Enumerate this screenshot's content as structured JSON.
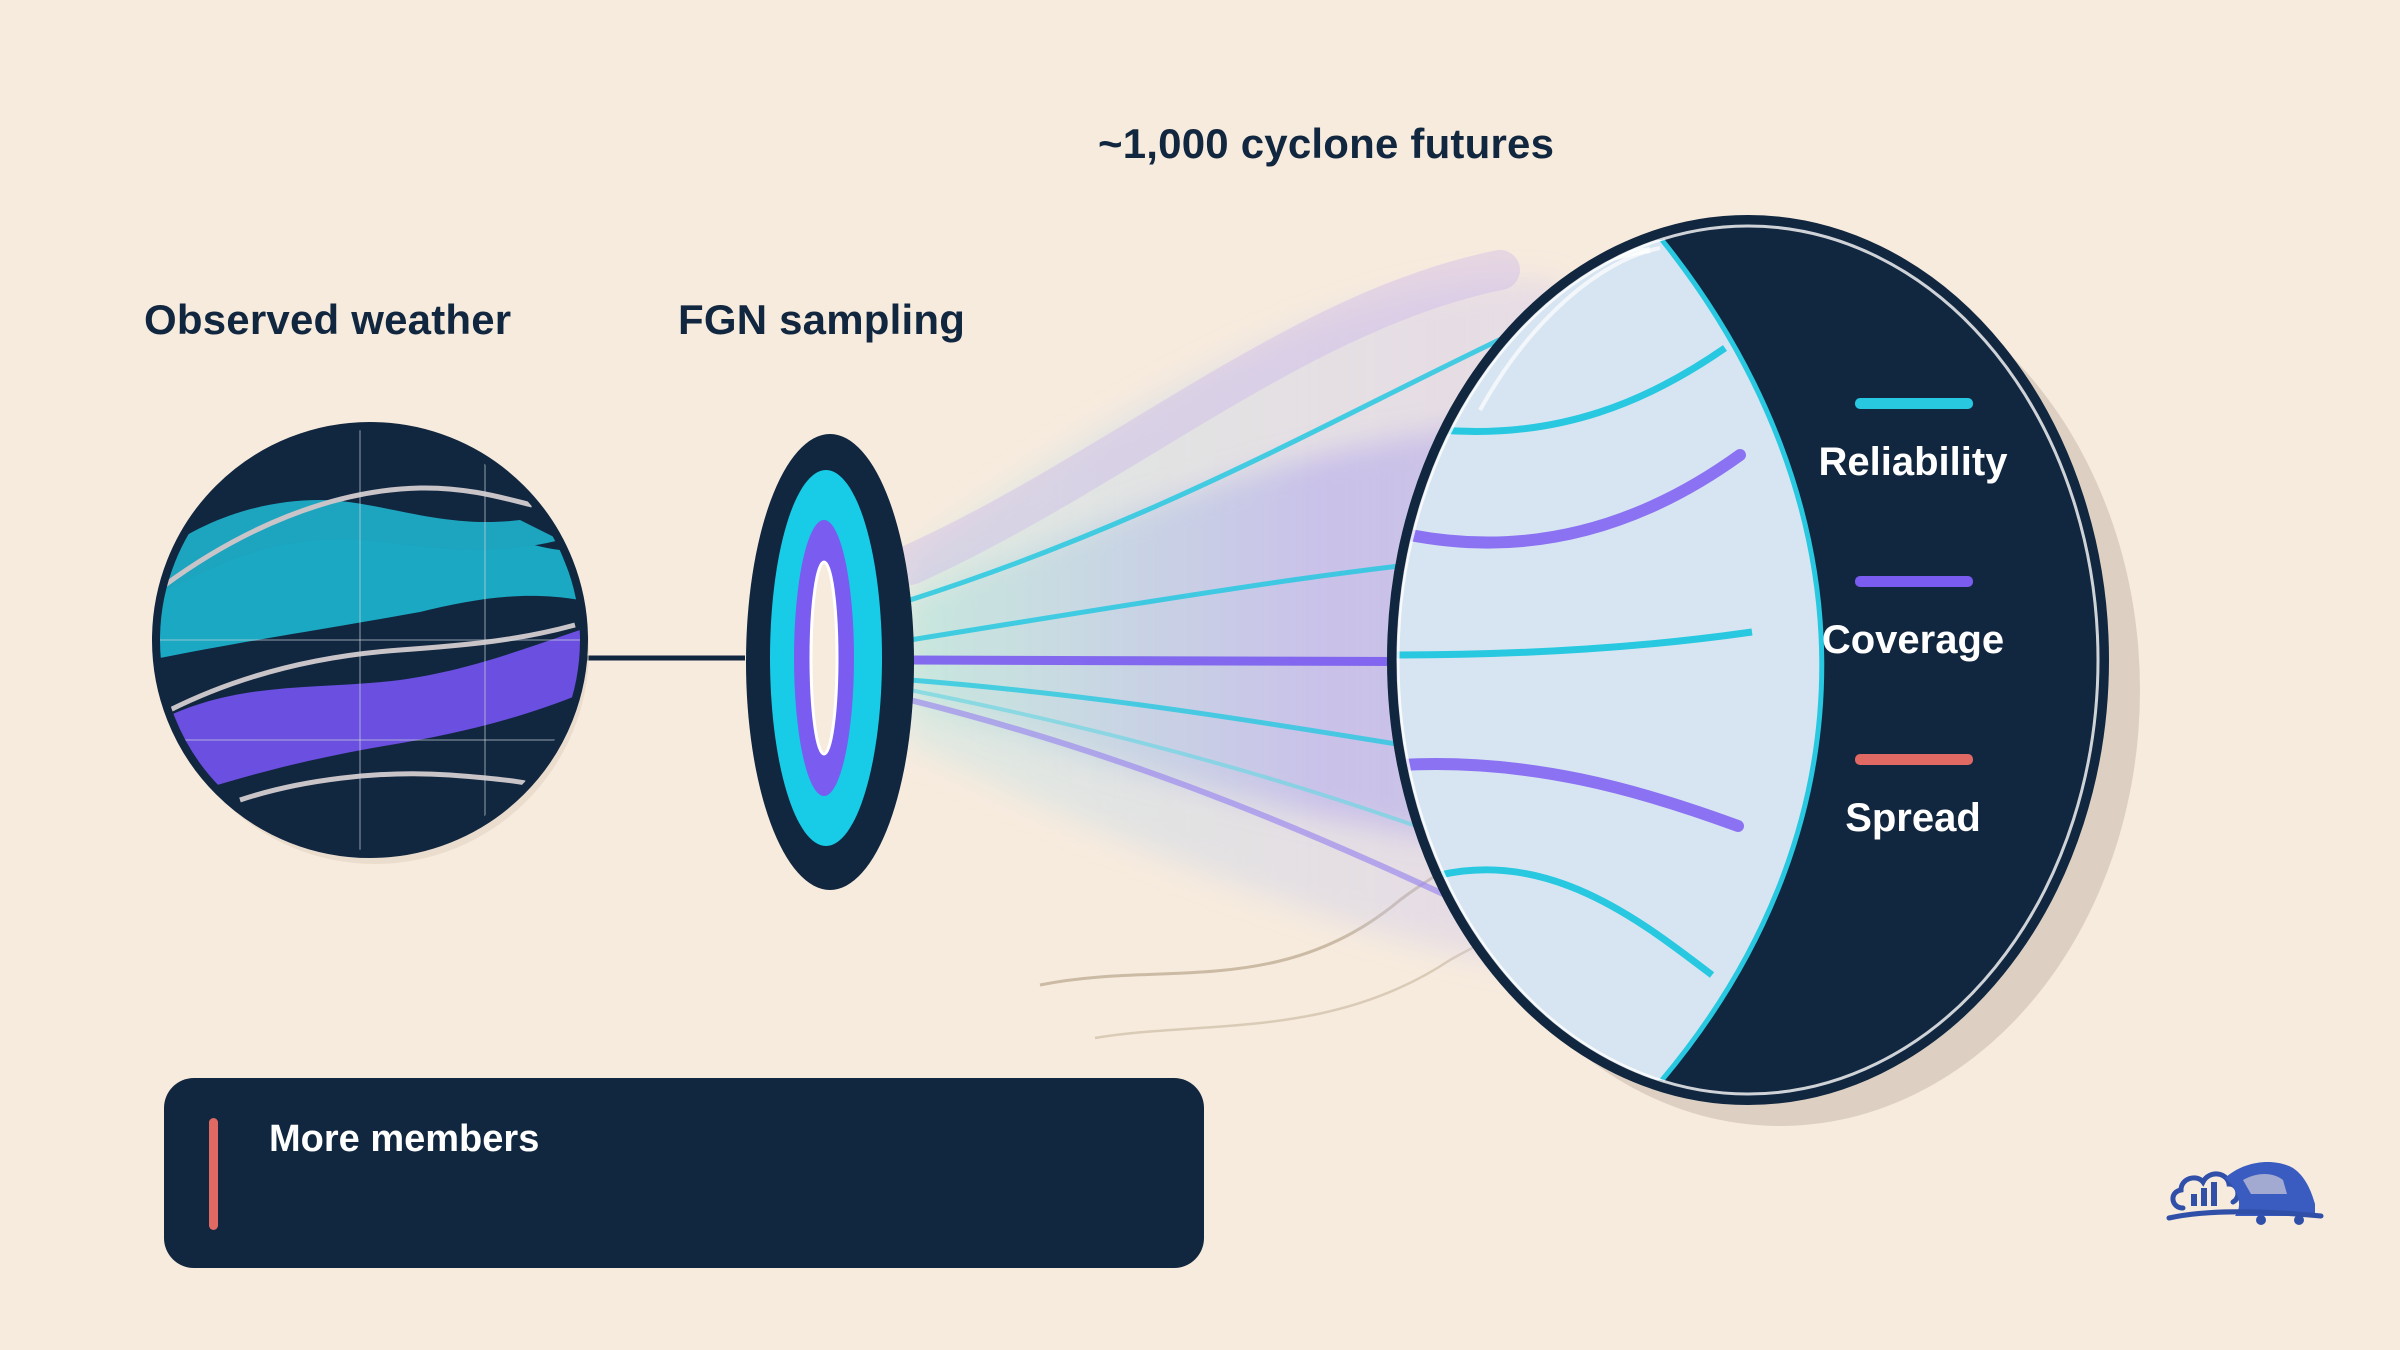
{
  "labels": {
    "observed": "Observed weather",
    "sampling": "FGN sampling",
    "futures": "~1,000 cyclone futures"
  },
  "legend": [
    {
      "label": "Reliability",
      "color": "#27c8e0"
    },
    {
      "label": "Coverage",
      "color": "#7a5cf0"
    },
    {
      "label": "Spread",
      "color": "#e06a63"
    }
  ],
  "note": {
    "text": "More members",
    "accent_color": "#e06a63"
  },
  "icons": {
    "observed": "globe-icon",
    "sampling": "ring-lens-icon",
    "futures": "ensemble-lens-icon",
    "logo": "cloud-chart-logo"
  },
  "colors": {
    "background": "#f7ebde",
    "navy": "#11263f",
    "cyan": "#27c8e0",
    "purple": "#7a5cf0",
    "coral": "#e06a63"
  }
}
